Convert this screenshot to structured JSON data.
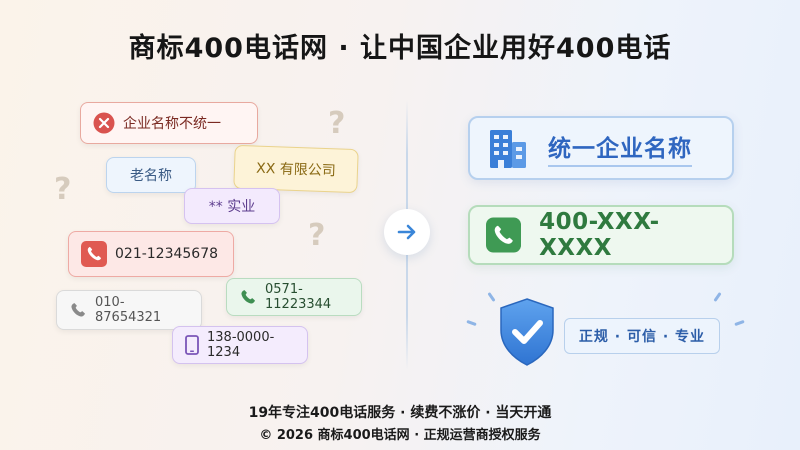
{
  "header": {
    "title": "商标400电话网 · 让中国企业用好400电话"
  },
  "problems": {
    "inconsistent_name": "企业名称不统一",
    "old_name": "老名称",
    "xx_company": "XX 有限公司",
    "industry": "** 实业",
    "phone_landline_1": "021-12345678",
    "phone_landline_2": "0571-11223344",
    "phone_landline_3": "010-87654321",
    "phone_mobile": "138-0000-1234",
    "question_mark": "?"
  },
  "solutions": {
    "unified_name": "统一企业名称",
    "number_400": "400-XXX-XXXX",
    "trust_badge": "正规 · 可信 · 专业"
  },
  "footer": {
    "line1": "19年专注400电话服务 · 续费不涨价 · 当天开通",
    "line2": "© 2026 商标400电话网 · 正规运营商授权服务"
  },
  "colors": {
    "accent_blue": "#2f66c0",
    "accent_green": "#2f7a3f",
    "error_red": "#d9534f"
  }
}
